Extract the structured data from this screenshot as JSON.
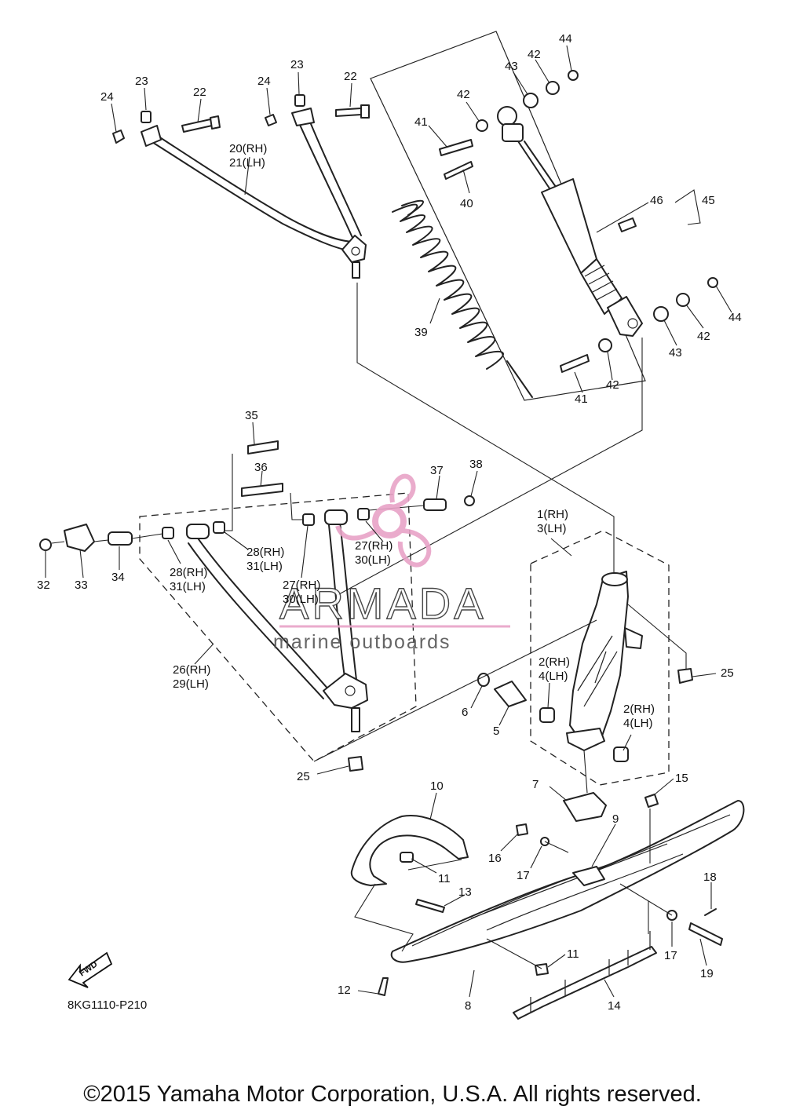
{
  "labels": {
    "p1": "1(RH)",
    "p3": "3(LH)",
    "p2a": "2(RH)",
    "p4a": "4(LH)",
    "p2b": "2(RH)",
    "p4b": "4(LH)",
    "p5": "5",
    "p6": "6",
    "p7": "7",
    "p8": "8",
    "p9": "9",
    "p10": "10",
    "p11a": "11",
    "p11b": "11",
    "p12": "12",
    "p13": "13",
    "p14": "14",
    "p15": "15",
    "p16": "16",
    "p17a": "17",
    "p17b": "17",
    "p18": "18",
    "p19": "19",
    "p20": "20(RH)",
    "p21": "21(LH)",
    "p22a": "22",
    "p22b": "22",
    "p23a": "23",
    "p23b": "23",
    "p24a": "24",
    "p24b": "24",
    "p25a": "25",
    "p25b": "25",
    "p26": "26(RH)",
    "p29": "29(LH)",
    "p27a": "27(RH)",
    "p30a": "30(LH)",
    "p27b": "27(RH)",
    "p30b": "30(LH)",
    "p28a": "28(RH)",
    "p31a": "31(LH)",
    "p28b": "28(RH)",
    "p31b": "31(LH)",
    "p32": "32",
    "p33": "33",
    "p34": "34",
    "p35": "35",
    "p36": "36",
    "p37": "37",
    "p38": "38",
    "p39": "39",
    "p40": "40",
    "p41a": "41",
    "p41b": "41",
    "p42a": "42",
    "p42b": "42",
    "p42c": "42",
    "p42d": "42",
    "p43a": "43",
    "p43b": "43",
    "p44a": "44",
    "p44b": "44",
    "p45": "45",
    "p46": "46"
  },
  "watermark": {
    "brand": "ARMADA",
    "tagline": "marine outboards",
    "brand_color": "#e8a3c7"
  },
  "fwd_label": "FWD",
  "diagram_code": "8KG1110-P210",
  "copyright": "©2015 Yamaha Motor Corporation, U.S.A. All rights reserved."
}
